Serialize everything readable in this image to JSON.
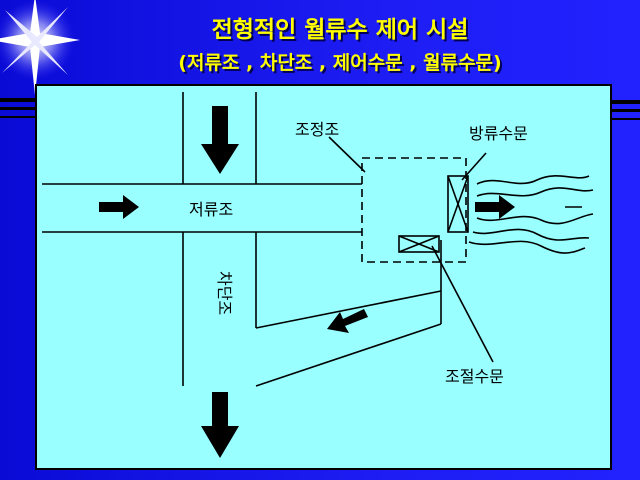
{
  "slide": {
    "title_line1": "전형적인 월류수 제어 시설",
    "title_line2": "(저류조 , 차단조 , 제어수문 , 월류수문)"
  },
  "diagram": {
    "labels": {
      "storage_tank": "저류조",
      "adjustment_tank": "조정조",
      "discharge_gate": "방류수문",
      "interceptor_tank": "차단조",
      "control_gate": "조절수문"
    }
  },
  "colors": {
    "background": "#1c1cf2",
    "panel": "#99ffff",
    "title": "#ffff00",
    "line": "#000000"
  }
}
